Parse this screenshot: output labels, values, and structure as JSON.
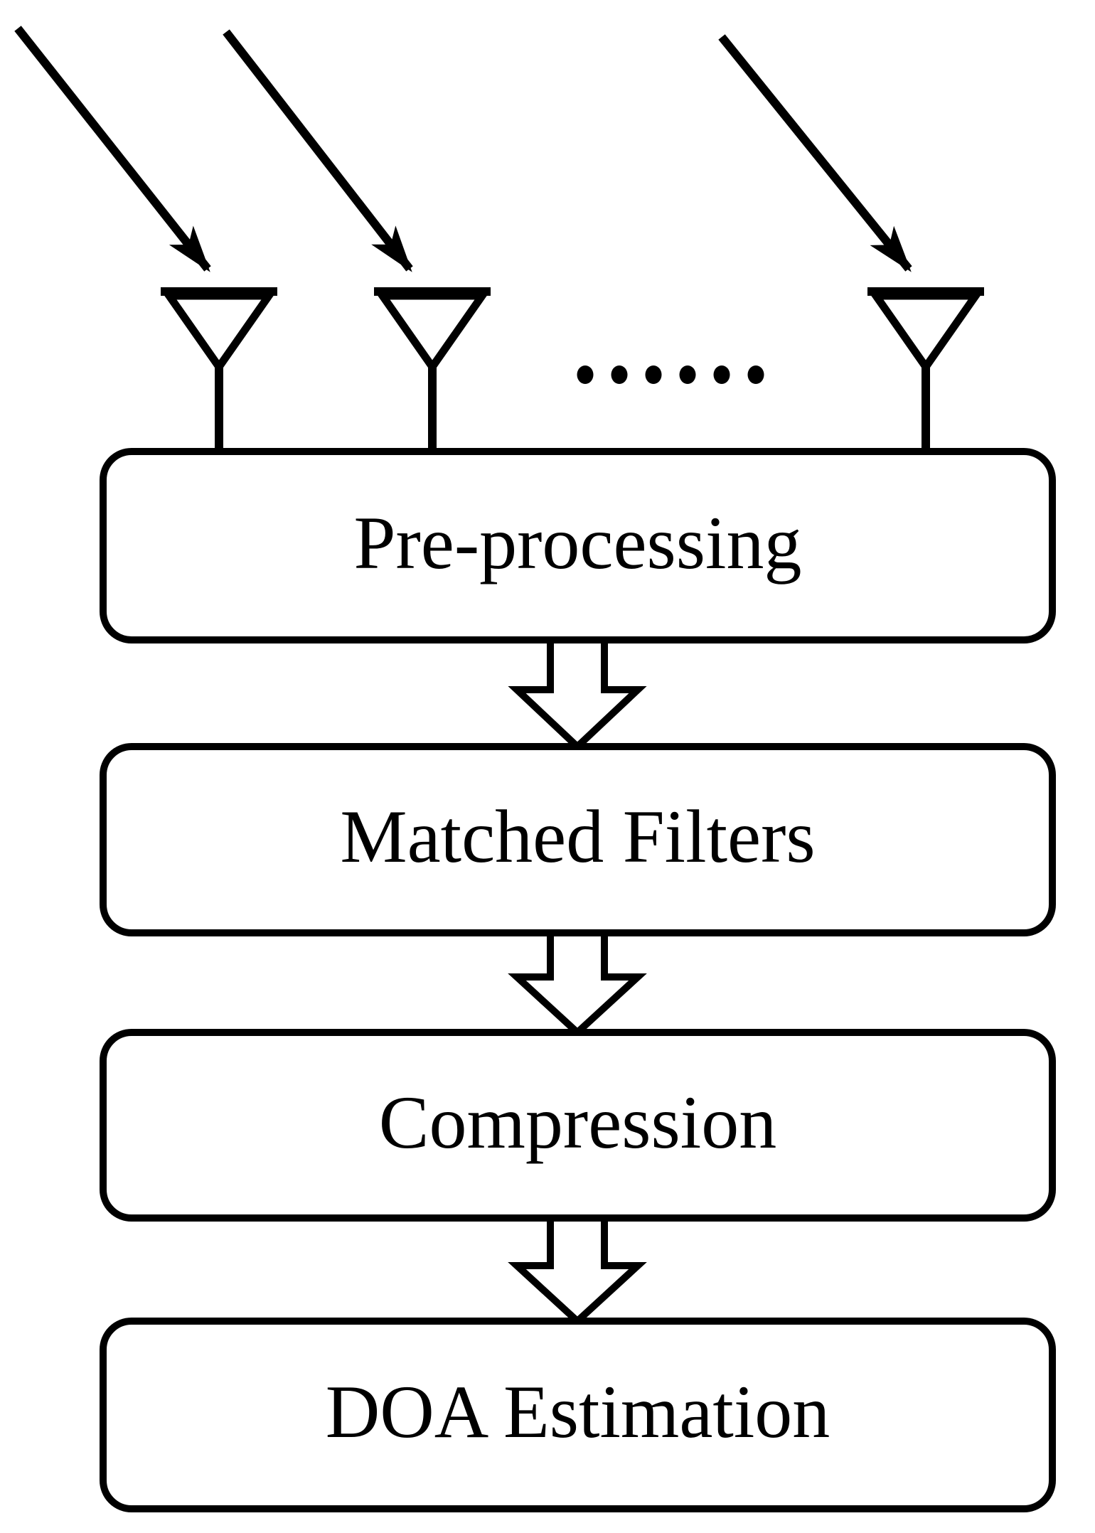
{
  "flowchart": {
    "stages": [
      {
        "label": "Pre-processing"
      },
      {
        "label": "Matched Filters"
      },
      {
        "label": "Compression"
      },
      {
        "label": "DOA Estimation"
      }
    ],
    "antenna_count": 3,
    "ellipsis_dot_count": 6,
    "colors": {
      "stroke": "#000000",
      "fill": "#ffffff",
      "background": "#ffffff"
    }
  }
}
